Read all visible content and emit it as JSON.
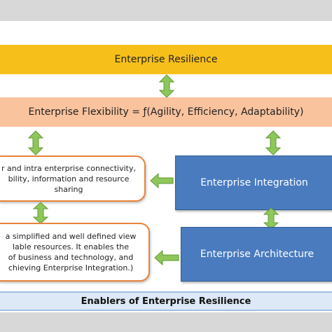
{
  "resilience_label": "Enterprise Resilience",
  "flexibility_label": "Enterprise Flexibility = ƒ(Agility,  Efficiency,  Adaptability)",
  "connectivity_note": {
    "lines": [
      "r and intra enterprise connectivity,",
      "bility, information and resource",
      "sharing"
    ]
  },
  "architecture_note": {
    "lines": [
      "a simplified and well defined view",
      "lable resources. It enables the",
      "of business and technology, and",
      "chieving Enterprise Integration.)"
    ]
  },
  "integration_label": "Enterprise Integration",
  "architecture_label": "Enterprise Architecture",
  "footer_label": "Enablers of Enterprise Resilience",
  "colors": {
    "resilience_band": "#f7bf1a",
    "flexibility_band": "#f9c39e",
    "blue_box": "#4a7bbf",
    "arrow_green": "#8fc65a",
    "note_border": "#e8833a",
    "footer_band": "#dde9f6"
  }
}
